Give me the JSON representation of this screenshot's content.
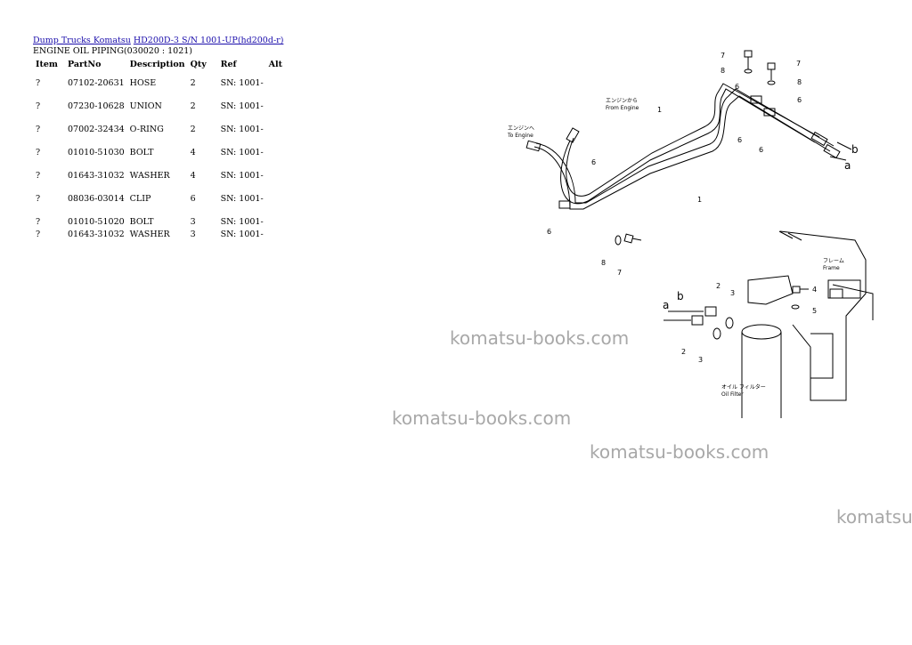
{
  "breadcrumb": {
    "link1": "Dump Trucks Komatsu",
    "link2": "HD200D-3 S/N 1001-UP(hd200d-r)"
  },
  "subtitle": "ENGINE OIL PIPING(030020 : 1021)",
  "table": {
    "headers": [
      "Item",
      "PartNo",
      "Description",
      "Qty",
      "Ref",
      "Alt"
    ],
    "rows": [
      {
        "item": "?",
        "part_no": "07102-20631",
        "description": "HOSE",
        "qty": "2",
        "ref": "SN: 1001-",
        "alt": ""
      },
      {
        "item": "?",
        "part_no": "07230-10628",
        "description": "UNION",
        "qty": "2",
        "ref": "SN: 1001-",
        "alt": ""
      },
      {
        "item": "?",
        "part_no": "07002-32434",
        "description": "O-RING",
        "qty": "2",
        "ref": "SN: 1001-",
        "alt": ""
      },
      {
        "item": "?",
        "part_no": "01010-51030",
        "description": "BOLT",
        "qty": "4",
        "ref": "SN: 1001-",
        "alt": ""
      },
      {
        "item": "?",
        "part_no": "01643-31032",
        "description": "WASHER",
        "qty": "4",
        "ref": "SN: 1001-",
        "alt": ""
      },
      {
        "item": "?",
        "part_no": "08036-03014",
        "description": "CLIP",
        "qty": "6",
        "ref": "SN: 1001-",
        "alt": ""
      },
      {
        "item": "?",
        "part_no": "01010-51020",
        "description": "BOLT",
        "qty": "3",
        "ref": "SN: 1001-",
        "alt": ""
      },
      {
        "item": "?",
        "part_no": "01643-31032",
        "description": "WASHER",
        "qty": "3",
        "ref": "SN: 1001-",
        "alt": ""
      }
    ]
  },
  "watermarks": [
    "komatsu-books.com",
    "komatsu-books.com",
    "komatsu-books.com",
    "komatsu"
  ],
  "diagram": {
    "labels": {
      "from_engine_jp": "エンジンから",
      "from_engine": "From Engine",
      "to_engine_jp": "エンジンへ",
      "to_engine": "To Engine",
      "frame_jp": "フレーム",
      "frame": "Frame",
      "oil_filter_jp": "オイル フィルター",
      "oil_filter": "Oil Filter",
      "a": "a",
      "b": "b"
    },
    "callouts": [
      "1",
      "2",
      "3",
      "4",
      "5",
      "6",
      "7",
      "8"
    ]
  }
}
